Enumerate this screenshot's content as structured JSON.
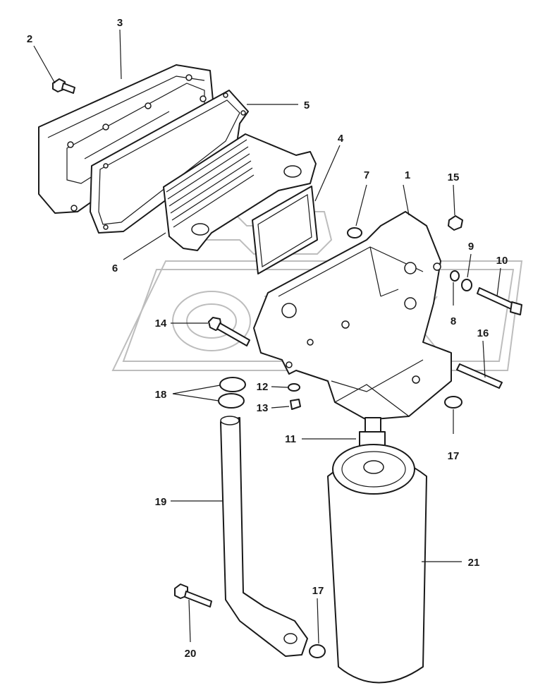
{
  "callouts": [
    "1",
    "2",
    "3",
    "4",
    "5",
    "6",
    "7",
    "8",
    "9",
    "10",
    "11",
    "12",
    "13",
    "14",
    "15",
    "16",
    "17",
    "17",
    "18",
    "19",
    "20",
    "21"
  ],
  "colors": {
    "ink": "#1a1a1a",
    "watermark": "#bdbdbd",
    "background": "#ffffff"
  }
}
